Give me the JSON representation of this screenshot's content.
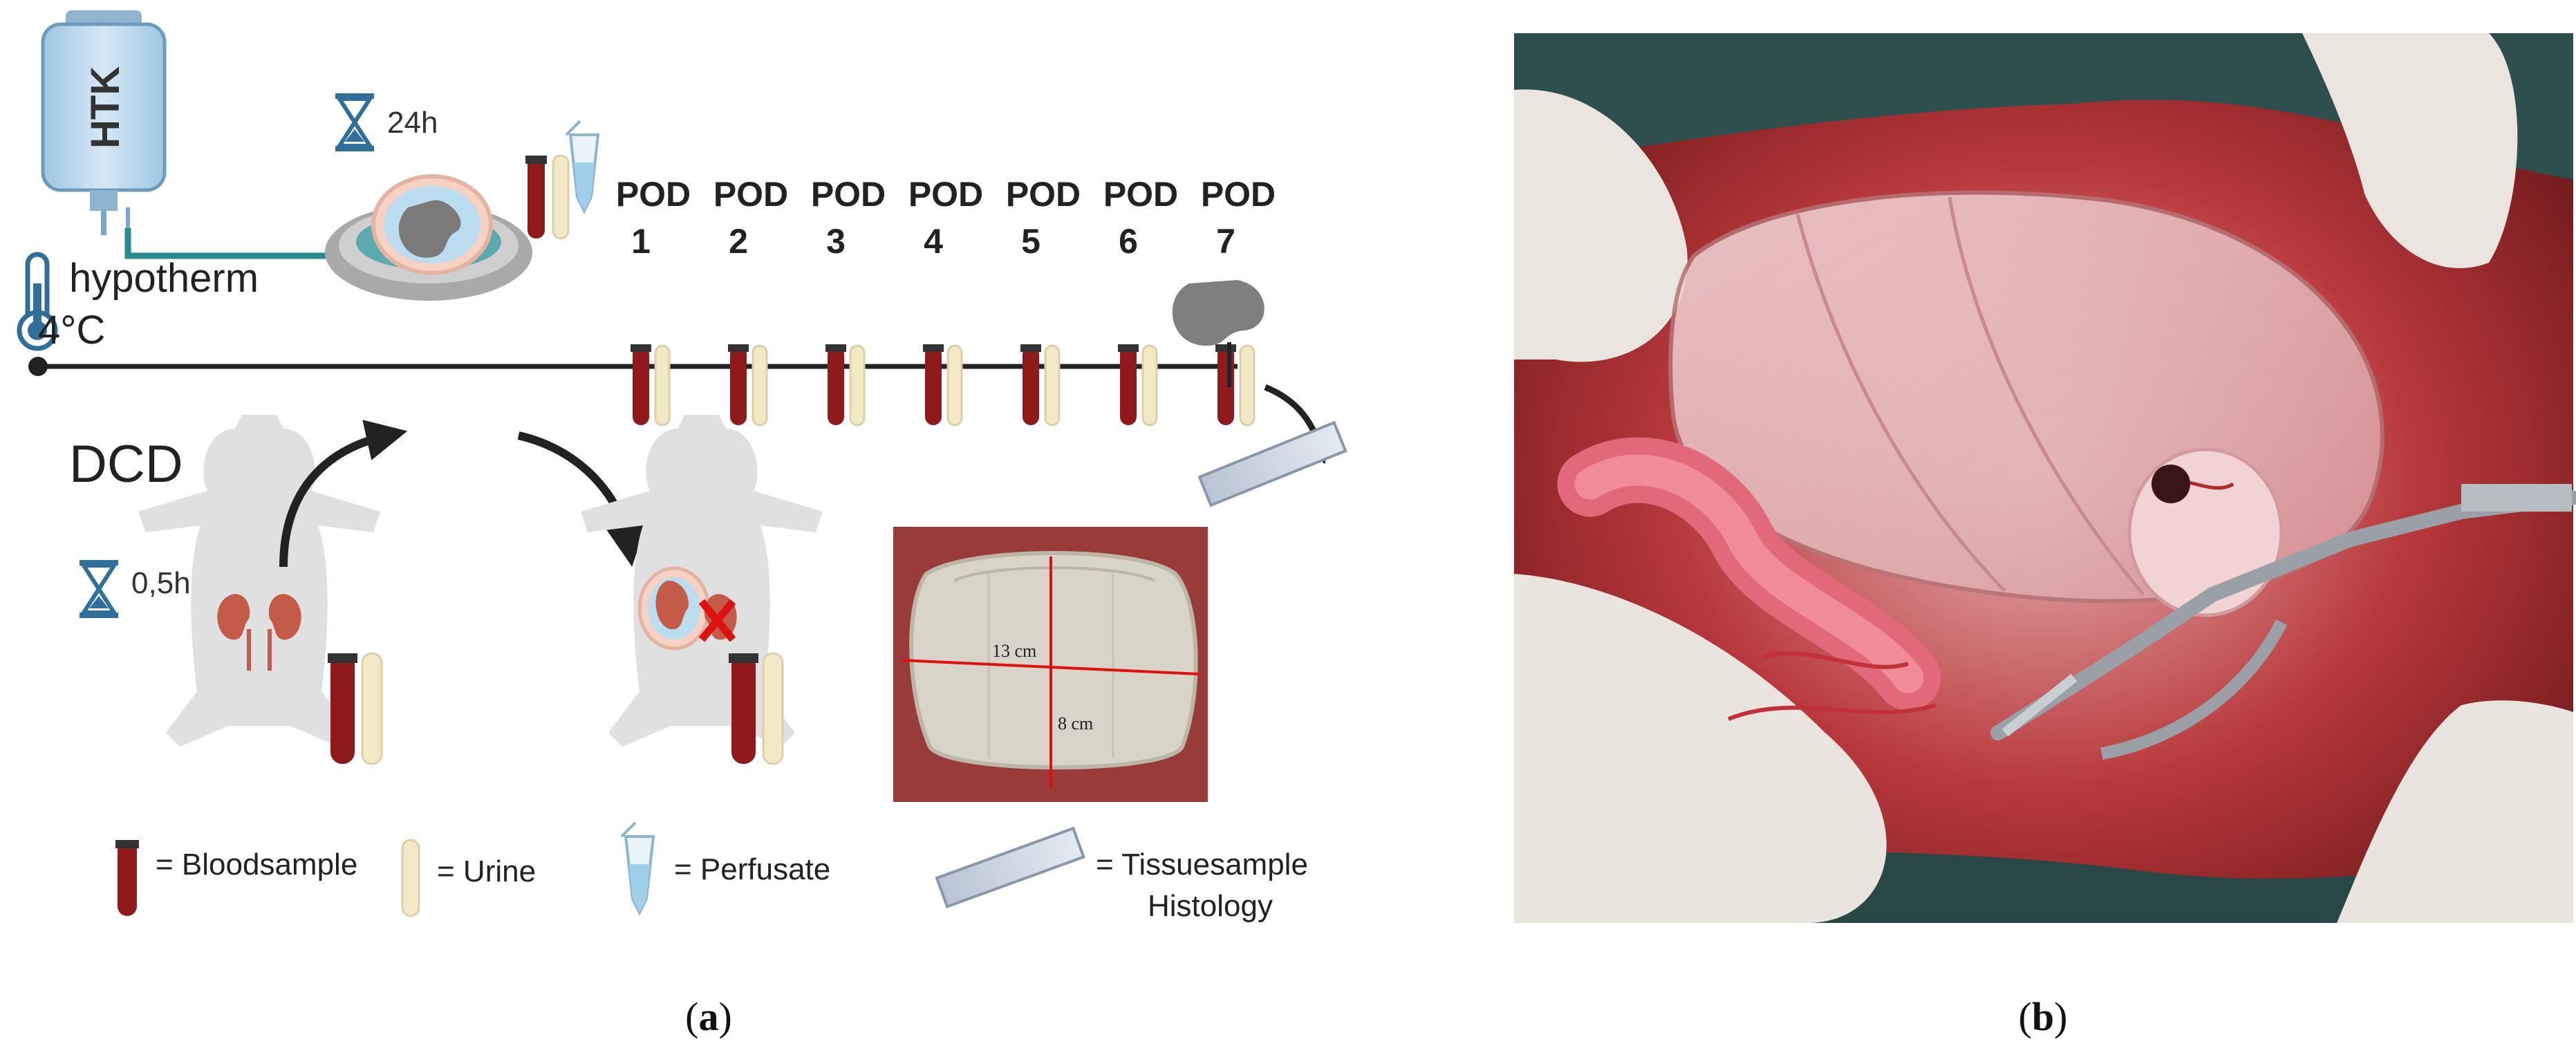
{
  "panel_a": {
    "bag_label": "HTK",
    "timer_24": "24h",
    "hypotherm_line1": "hypotherm",
    "hypotherm_line2": "4°C",
    "dcd_label": "DCD",
    "timer_05": "0,5h",
    "pod_prefix": "POD",
    "pods": [
      "1",
      "2",
      "3",
      "4",
      "5",
      "6",
      "7"
    ],
    "mold": {
      "width_label": "13 cm",
      "height_label": "8 cm"
    },
    "legend": {
      "blood": "= Bloodsample",
      "urine": "= Urine",
      "perfusate": "= Perfusate",
      "tissue_line1": "=  Tissuesample",
      "tissue_line2": "Histology"
    },
    "caption": {
      "open": "(",
      "letter": "a",
      "close": ")"
    }
  },
  "panel_b": {
    "caption": {
      "open": "(",
      "letter": "b",
      "close": ")"
    }
  },
  "colors": {
    "blood": "#8e1a1c",
    "urine": "#f3e9c6",
    "perfusate": "#9fcfe9",
    "line": "#222222",
    "teal": "#2a8a8f",
    "rat": "#e0e0e0",
    "kidney": "#c45a48",
    "mold_bg": "#9a3b3b"
  }
}
